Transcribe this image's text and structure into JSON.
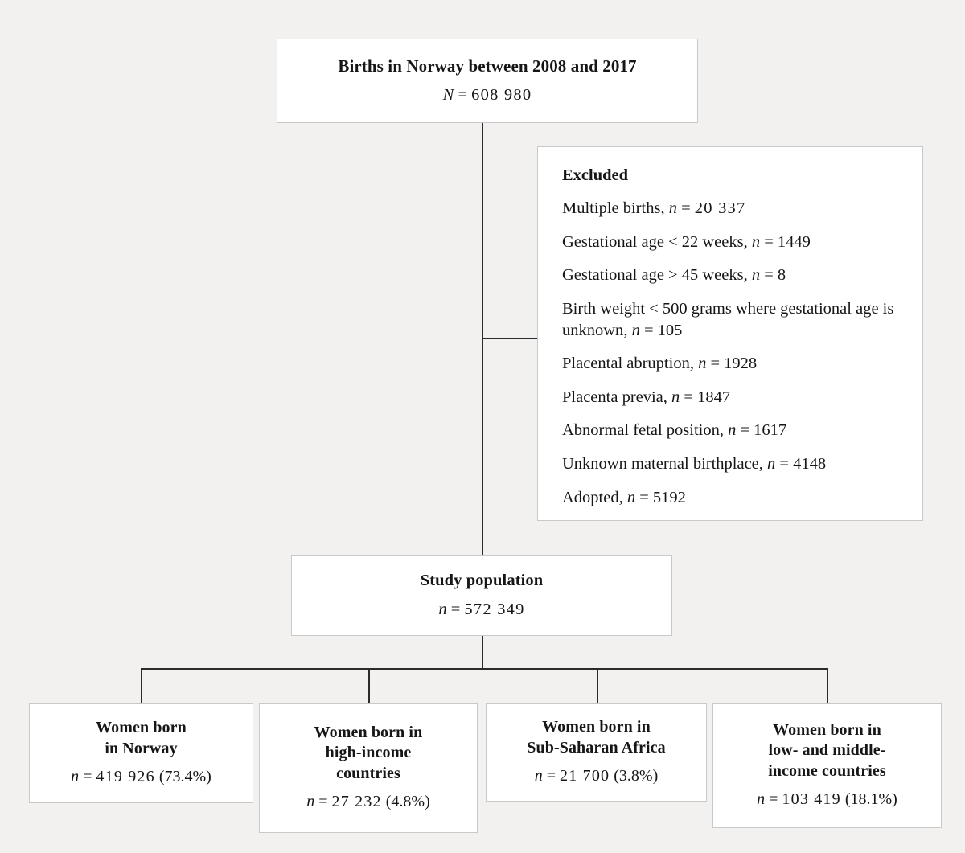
{
  "diagram": {
    "type": "flowchart",
    "background_color": "#f2f1ef",
    "box_fill_color": "#ffffff",
    "box_border_color": "#c9c9c9",
    "connector_color": "#2b2b2b"
  },
  "root": {
    "title": "Births in Norway between 2008 and 2017",
    "count_label": "N",
    "count_value": "608 980",
    "count_text": "N = 608 980"
  },
  "excluded": {
    "heading": "Excluded",
    "items": [
      {
        "label": "Multiple births",
        "n": "20 337",
        "text": "Multiple births, n = 20 337"
      },
      {
        "label": "Gestational age < 22 weeks",
        "n": "1449",
        "text": "Gestational age < 22 weeks, n = 1449"
      },
      {
        "label": "Gestational age > 45 weeks",
        "n": "8",
        "text": "Gestational age > 45 weeks, n = 8"
      },
      {
        "label": "Birth weight < 500 grams where gestational age is unknown",
        "n": "105",
        "text": "Birth weight < 500 grams where gestational age is unknown, n = 105"
      },
      {
        "label": "Placental abruption",
        "n": "1928",
        "text": "Placental abruption, n = 1928"
      },
      {
        "label": "Placenta previa",
        "n": "1847",
        "text": "Placenta previa, n = 1847"
      },
      {
        "label": "Abnormal fetal position",
        "n": "1617",
        "text": "Abnormal fetal position, n = 1617"
      },
      {
        "label": "Unknown maternal birthplace",
        "n": "4148",
        "text": "Unknown maternal birthplace, n = 4148"
      },
      {
        "label": "Adopted",
        "n": "5192",
        "text": "Adopted, n = 5192"
      }
    ]
  },
  "study_population": {
    "title": "Study population",
    "count_label": "n",
    "count_value": "572 349",
    "count_text": "n = 572 349"
  },
  "groups": [
    {
      "title_line1": "Women born",
      "title_line2": "in Norway",
      "title_line3": "",
      "n": "419 926",
      "percent": "73.4%",
      "count_text": "n = 419 926 (73.4%)"
    },
    {
      "title_line1": "Women born in",
      "title_line2": "high-income",
      "title_line3": "countries",
      "n": "27 232",
      "percent": "4.8%",
      "count_text": "n = 27 232 (4.8%)"
    },
    {
      "title_line1": "Women born in",
      "title_line2": "Sub-Saharan Africa",
      "title_line3": "",
      "n": "21 700",
      "percent": "3.8%",
      "count_text": "n = 21 700 (3.8%)"
    },
    {
      "title_line1": "Women born in",
      "title_line2": "low- and middle-",
      "title_line3": "income countries",
      "n": "103 419",
      "percent": "18.1%",
      "count_text": "n = 103 419 (18.1%)"
    }
  ]
}
